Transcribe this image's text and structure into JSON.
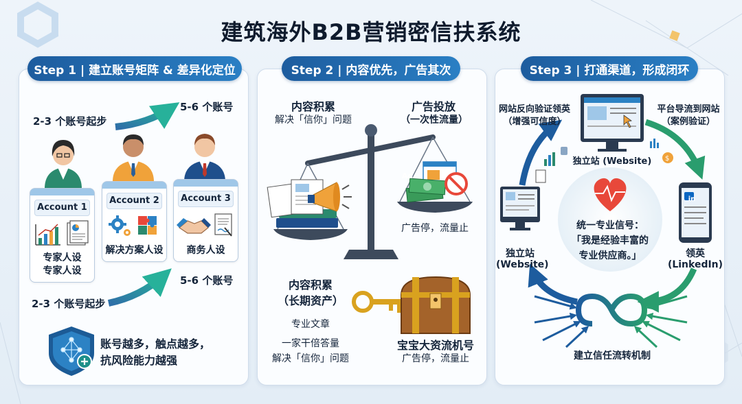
{
  "title": "建筑海外B2B营销密信扶系统",
  "steps": [
    {
      "label": "Step 1 | 建立账号矩阵 & 差异化定位",
      "top_start": "2-3 个账号起步",
      "top_target": "5-6 个账号",
      "accounts": [
        {
          "name": "Account 1",
          "role_line1": "专家人设",
          "role_line2": "专家人设"
        },
        {
          "name": "Account 2",
          "role_line1": "解决方案人设"
        },
        {
          "name": "Account 3",
          "role_line1": "商务人设"
        }
      ],
      "bottom_target": "5-6 个账号",
      "bottom_start": "2-3 个账号起步",
      "summary_line1": "账号越多，触点越多，",
      "summary_line2": "抗风险能力越强"
    },
    {
      "label": "Step 2 | 内容优先，广告其次",
      "left_title": "内容积累",
      "left_sub": "解决「信你」问题",
      "right_title": "广告投放",
      "right_sub": "（一次性流量）",
      "ad_stop": "广告停，流量止",
      "ad_text": "Ad",
      "asset_title_1": "内容积累",
      "asset_title_2": "（长期资产）",
      "asset_item_1": "专业文章",
      "asset_item_2": "一家干倍答量",
      "asset_item_3": "解决「信你」问题",
      "chest_title": "宝宝大资流机号",
      "chest_sub": "广告停，流量止"
    },
    {
      "label": "Step 3 | 打通渠道，形成闭环",
      "top_left_1": "网站反向验证领英",
      "top_left_2": "（增强可信度）",
      "top_right_1": "平台导流到网站",
      "top_right_2": "（案例验证）",
      "center_site": "独立站 (Website)",
      "left_site_1": "独立站",
      "left_site_2": "(Website)",
      "linkedin_1": "领英",
      "linkedin_2": "(LinkedIn)",
      "linkedin_badge": "in",
      "signal_1": "统一专业信号：",
      "signal_2": "「我是经验丰富的",
      "signal_3": "专业供应商。」",
      "mechanism": "建立信任流转机制"
    }
  ],
  "colors": {
    "primary": "#1d5c9e",
    "teal": "#1d8f8a",
    "green_arrow": "#2a9d6e",
    "gold": "#d9a21f",
    "heart": "#e8483a",
    "panel_border": "#cfdceb"
  }
}
